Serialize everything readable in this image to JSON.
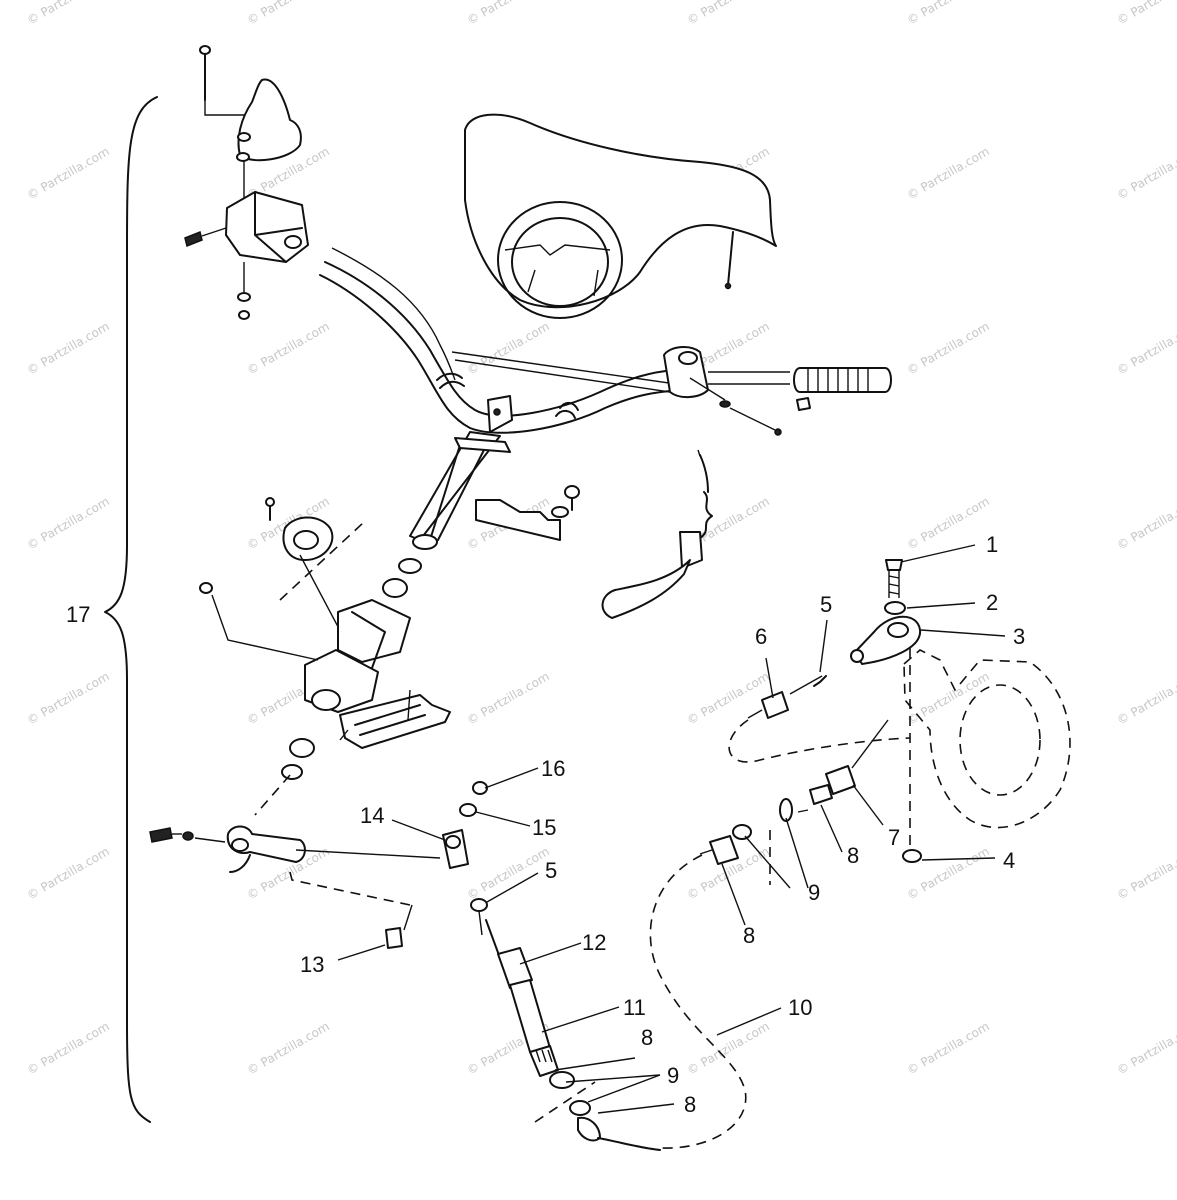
{
  "watermark": "© Partzilla.com",
  "callouts": [
    {
      "id": "1",
      "text": "1"
    },
    {
      "id": "2",
      "text": "2"
    },
    {
      "id": "3",
      "text": "3"
    },
    {
      "id": "4",
      "text": "4"
    },
    {
      "id": "5a",
      "text": "5"
    },
    {
      "id": "5b",
      "text": "5"
    },
    {
      "id": "6",
      "text": "6"
    },
    {
      "id": "7",
      "text": "7"
    },
    {
      "id": "8a",
      "text": "8"
    },
    {
      "id": "8b",
      "text": "8"
    },
    {
      "id": "8c",
      "text": "8"
    },
    {
      "id": "8d",
      "text": "8"
    },
    {
      "id": "9a",
      "text": "9"
    },
    {
      "id": "9b",
      "text": "9"
    },
    {
      "id": "10",
      "text": "10"
    },
    {
      "id": "11",
      "text": "11"
    },
    {
      "id": "12",
      "text": "12"
    },
    {
      "id": "13",
      "text": "13"
    },
    {
      "id": "14",
      "text": "14"
    },
    {
      "id": "15",
      "text": "15"
    },
    {
      "id": "16",
      "text": "16"
    },
    {
      "id": "17",
      "text": "17"
    }
  ]
}
